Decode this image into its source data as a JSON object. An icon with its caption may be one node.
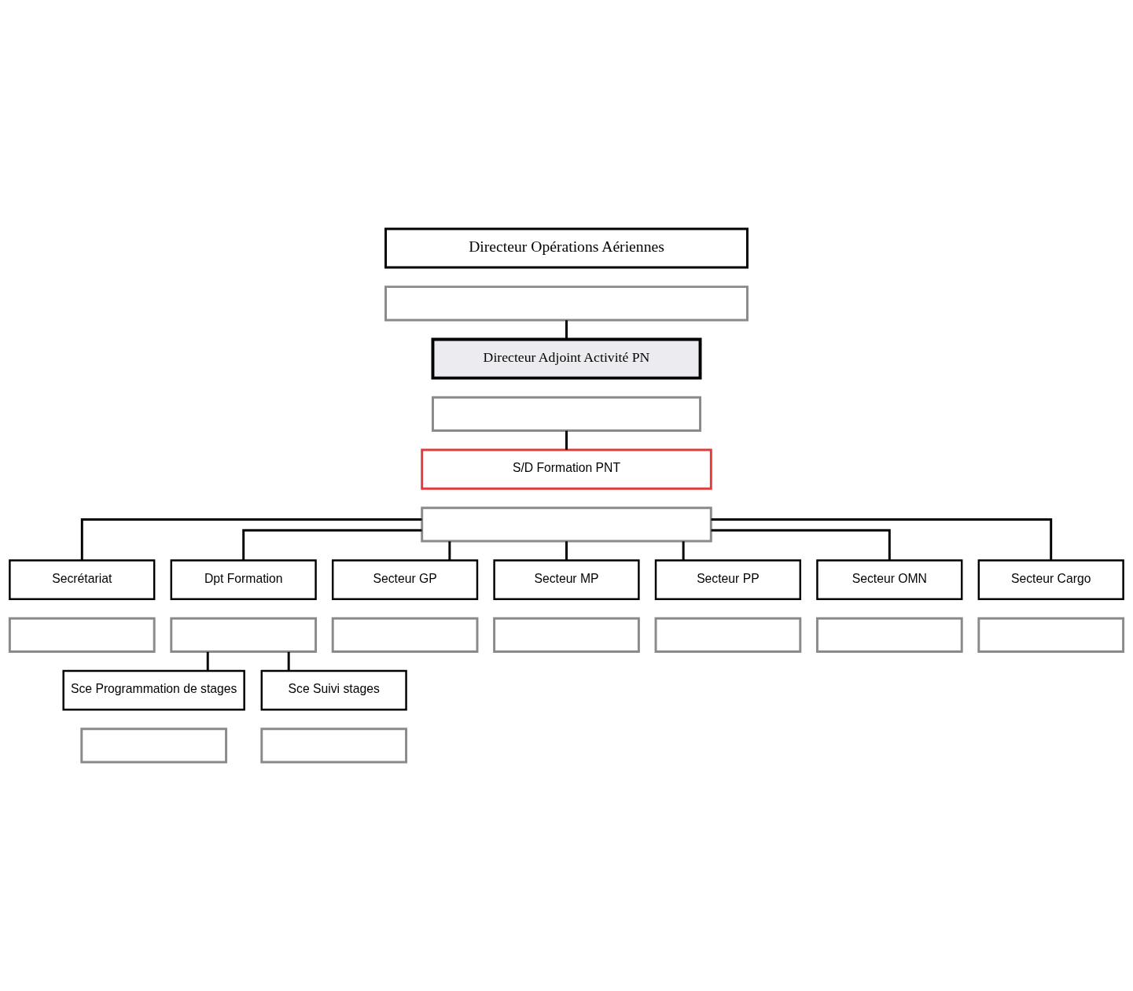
{
  "diagram": {
    "nodes": [
      {
        "text": [
          "Directeur Opérations Aériennes"
        ]
      },
      {
        "text": [],
        "shape": "box"
      },
      {
        "text": [
          "Directeur Adjoint Activité PN"
        ]
      },
      {
        "text": [],
        "shape": "box"
      },
      {
        "text": [
          "S/D Formation PNT"
        ]
      },
      {
        "text": [],
        "shape": "box"
      },
      {
        "text": [
          "Secrétariat"
        ]
      },
      {
        "text": [],
        "shape": "box"
      },
      {
        "text": [
          "Dpt Formation"
        ]
      },
      {
        "text": [],
        "shape": "box"
      },
      {
        "text": [
          "Sce Programmation de stages"
        ]
      },
      {
        "text": [],
        "shape": "box"
      },
      {
        "text": [
          "Sce Suivi stages"
        ]
      },
      {
        "text": [],
        "shape": "box"
      },
      {
        "text": [
          "Secteur GP"
        ]
      },
      {
        "text": [],
        "shape": "box"
      },
      {
        "text": [
          "Secteur MP"
        ]
      },
      {
        "text": [],
        "shape": "box"
      },
      {
        "text": [
          "Secteur PP"
        ]
      },
      {
        "text": [],
        "shape": "box"
      },
      {
        "text": [
          "Secteur OMN"
        ]
      },
      {
        "text": [],
        "shape": "box"
      },
      {
        "text": [
          "Secteur Cargo"
        ]
      },
      {
        "text": [],
        "shape": "box"
      }
    ],
    "edges": [
      {
        "from": 1,
        "to": 2,
        "arrow": "none"
      },
      {
        "from": 3,
        "to": 4,
        "arrow": "none"
      },
      {
        "from": 5,
        "to": 6,
        "arrow": "none"
      },
      {
        "from": 5,
        "to": 8,
        "arrow": "none"
      },
      {
        "from": 9,
        "to": 10,
        "arrow": "none"
      },
      {
        "from": 9,
        "to": 12,
        "arrow": "none"
      },
      {
        "from": 5,
        "to": 14,
        "arrow": "none"
      },
      {
        "from": 5,
        "to": 16,
        "arrow": "none"
      },
      {
        "from": 5,
        "to": 18,
        "arrow": "none"
      },
      {
        "from": 5,
        "to": 20,
        "arrow": "none"
      },
      {
        "from": 5,
        "to": 22,
        "arrow": "none"
      }
    ]
  }
}
